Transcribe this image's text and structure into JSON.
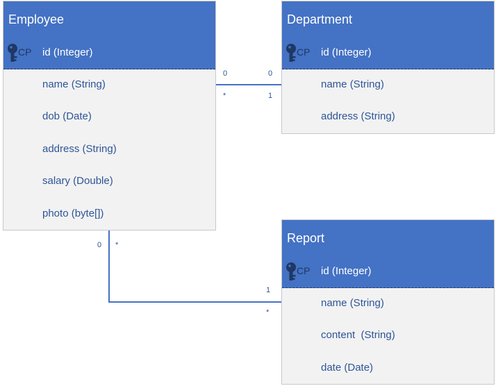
{
  "entities": {
    "employee": {
      "title": "Employee",
      "pk_tag": "CP",
      "pk": "id (Integer)",
      "attributes": [
        "name (String)",
        "dob (Date)",
        "address (String)",
        "salary (Double)",
        "photo (byte[])"
      ]
    },
    "department": {
      "title": "Department",
      "pk_tag": "CP",
      "pk": "id (Integer)",
      "attributes": [
        "name (String)",
        "address (String)"
      ]
    },
    "report": {
      "title": "Report",
      "pk_tag": "CP",
      "pk": "id (Integer)",
      "attributes": [
        "name (String)",
        "content  (String)",
        "date (Date)"
      ]
    }
  },
  "relationships": {
    "employee_department": {
      "employee_end_top": "0",
      "employee_end_bottom": "*",
      "department_end_top": "0",
      "department_end_bottom": "1"
    },
    "employee_report": {
      "employee_end_left": "0",
      "employee_end_right": "*",
      "report_end_top": "1",
      "report_end_bottom": "*"
    }
  },
  "icons": {
    "primary_key": "key-icon"
  },
  "colors": {
    "header": "#4472c4",
    "body": "#f2f2f2",
    "text": "#2e5597",
    "line": "#4472c4",
    "key": "#1f3864"
  }
}
